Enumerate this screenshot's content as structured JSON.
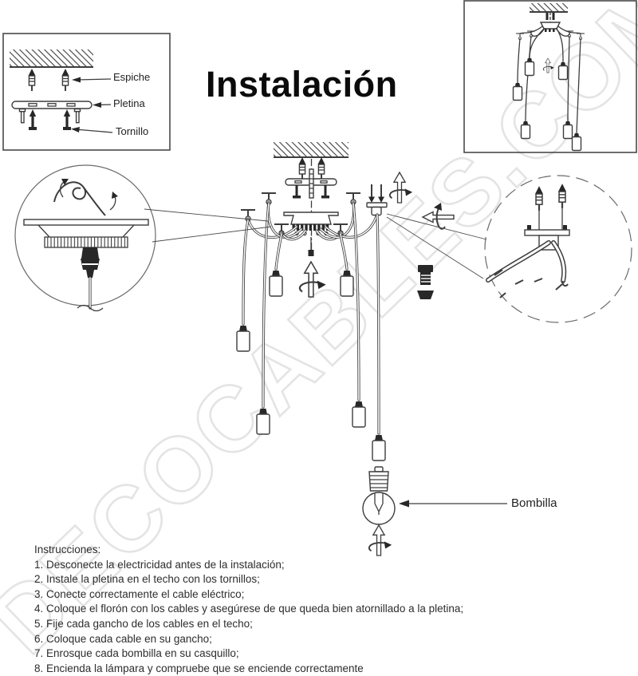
{
  "title": "Instalación",
  "watermark": "DECOCABLES.COM",
  "plate_diagram": {
    "espiche_label": "Espiche",
    "pletina_label": "Pletina",
    "tornillo_label": "Tornillo"
  },
  "bulb": {
    "label": "Bombilla"
  },
  "instructions": {
    "heading": "Instrucciones:",
    "items": [
      "1. Desconecte la electricidad antes de la instalación;",
      "2. Instale la pletina en el techo con los tornillos;",
      "3. Conecte correctamente el cable eléctrico;",
      "4. Coloque el florón con los cables y asegúrese de que queda bien atornillado a la pletina;",
      "5. Fije cada gancho de los cables en el techo;",
      "6. Coloque cada cable en su gancho;",
      "7. Enrosque cada bombilla en su casquillo;",
      "8. Encienda la lámpara y compruebe que se enciende correctamente"
    ]
  },
  "colors": {
    "line": "#3d3d3d",
    "text": "#2d2d2d",
    "watermark_outline": "#e4e4e4"
  }
}
